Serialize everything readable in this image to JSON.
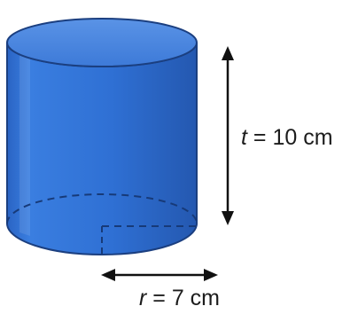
{
  "figure": {
    "height_label": {
      "variable": "t",
      "rest": " = 10 cm"
    },
    "radius_label": {
      "variable": "r",
      "rest": " = 7 cm"
    },
    "colors": {
      "cylinder_body": "#2f6fd1",
      "cylinder_top": "#4a86e0",
      "outline": "#1b3f80",
      "arrow": "#111111"
    }
  }
}
